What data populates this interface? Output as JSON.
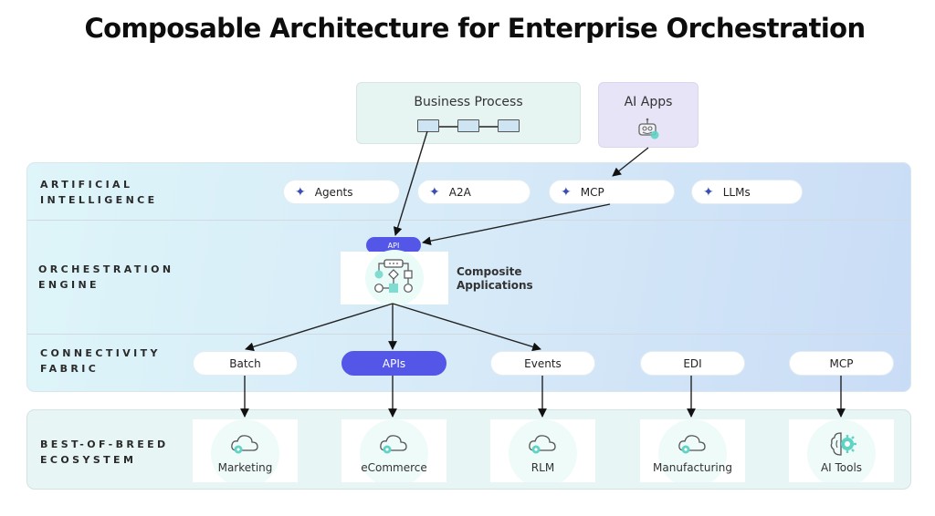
{
  "title": "Composable Architecture for Enterprise Orchestration",
  "top_boxes": {
    "business_process": {
      "label": "Business Process"
    },
    "ai_apps": {
      "label": "AI Apps"
    }
  },
  "layers": {
    "artificial_intelligence": {
      "label_line1": "ARTIFICIAL",
      "label_line2": "INTELLIGENCE",
      "items": [
        {
          "label": "Agents",
          "icon": "sparkle-icon"
        },
        {
          "label": "A2A",
          "icon": "sparkle-icon"
        },
        {
          "label": "MCP",
          "icon": "sparkle-icon"
        },
        {
          "label": "LLMs",
          "icon": "sparkle-icon"
        }
      ]
    },
    "orchestration_engine": {
      "label_line1": "ORCHESTRATION",
      "label_line2": "ENGINE",
      "api_chip": "API",
      "composite_line1": "Composite",
      "composite_line2": "Applications"
    },
    "connectivity_fabric": {
      "label_line1": "CONNECTIVITY",
      "label_line2": "FABRIC",
      "items": [
        {
          "label": "Batch",
          "active": false
        },
        {
          "label": "APIs",
          "active": true
        },
        {
          "label": "Events",
          "active": false
        },
        {
          "label": "EDI",
          "active": false
        },
        {
          "label": "MCP",
          "active": false
        }
      ]
    },
    "ecosystem": {
      "label_line1": "BEST-OF-BREED",
      "label_line2": "ECOSYSTEM",
      "items": [
        {
          "label": "Marketing",
          "icon": "cloud-gear-icon"
        },
        {
          "label": "eCommerce",
          "icon": "cloud-gear-icon"
        },
        {
          "label": "RLM",
          "icon": "cloud-gear-icon"
        },
        {
          "label": "Manufacturing",
          "icon": "cloud-gear-icon"
        },
        {
          "label": "AI Tools",
          "icon": "brain-gear-icon"
        }
      ]
    }
  },
  "colors": {
    "accent": "#5356e6",
    "sparkle": "#3b4cb8",
    "teal": "#5fd3c4"
  }
}
